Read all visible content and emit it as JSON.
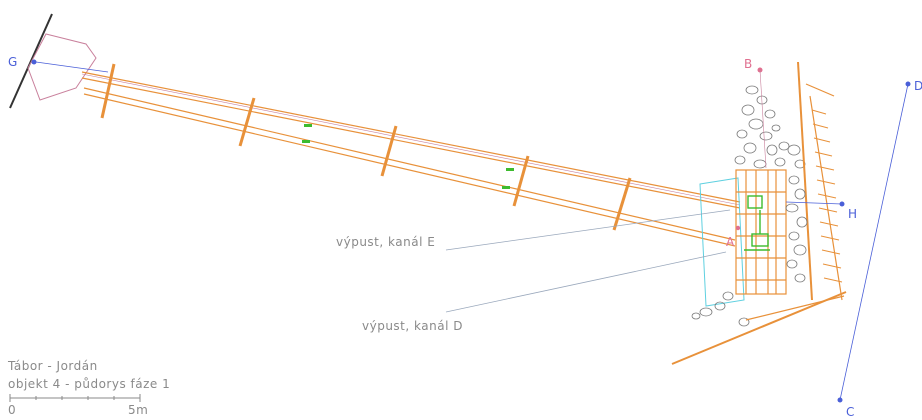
{
  "points": {
    "G": "G",
    "B": "B",
    "D": "D",
    "H": "H",
    "C": "C",
    "A": "A"
  },
  "labels": {
    "channel_e": "výpust, kanál E",
    "channel_d": "výpust, kanál D"
  },
  "title_block": {
    "line1": "Tábor - Jordán",
    "line2": "objekt 4 - půdorys fáze 1"
  },
  "scale_bar": {
    "start": "0",
    "end": "5m"
  },
  "colors": {
    "point_blue": "#4a5fd8",
    "point_pink": "#e07090",
    "timber_orange": "#e8913a",
    "outline_pink": "#c9809c",
    "stone_gray": "#7a7a7a",
    "cyan": "#5fd0e0",
    "green": "#3dbb2e",
    "label_line": "#9aa8bc"
  }
}
